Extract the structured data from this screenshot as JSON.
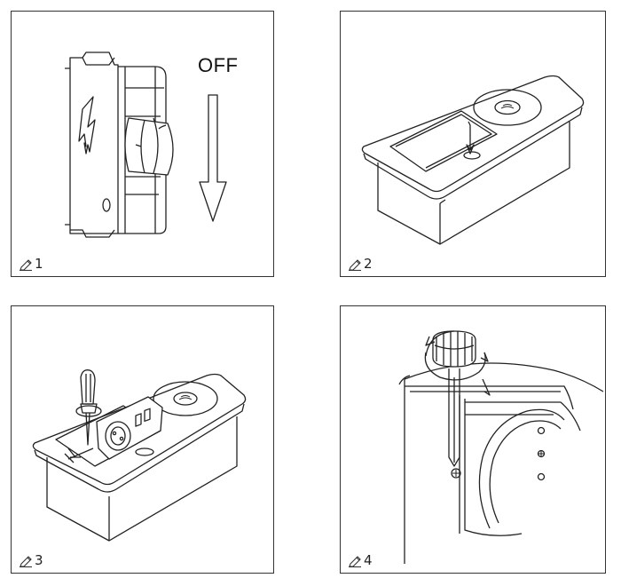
{
  "steps": [
    {
      "number": "1",
      "off_label": "OFF"
    },
    {
      "number": "2"
    },
    {
      "number": "3"
    },
    {
      "number": "4"
    }
  ],
  "icons": {
    "step_marker": "pencil-icon"
  },
  "colors": {
    "line": "#222222",
    "background": "#ffffff"
  }
}
